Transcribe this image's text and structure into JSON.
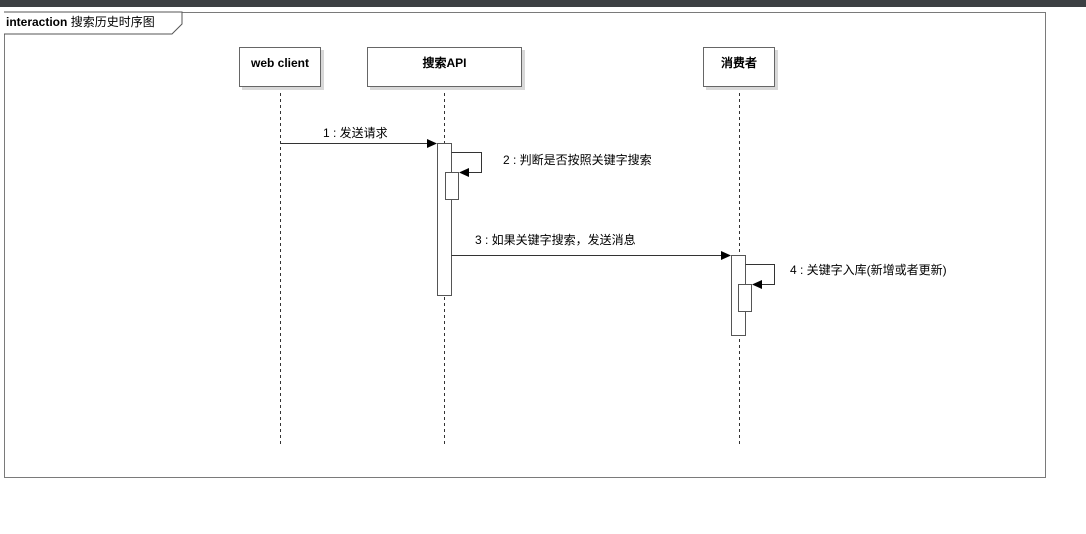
{
  "frame": {
    "kind": "interaction",
    "title": "搜索历史时序图"
  },
  "lifelines": [
    {
      "name": "web client"
    },
    {
      "name": "搜索API"
    },
    {
      "name": "消费者"
    }
  ],
  "messages": [
    {
      "number": "1",
      "label": "1 : 发送请求"
    },
    {
      "number": "2",
      "label": "2 : 判断是否按照关键字搜索"
    },
    {
      "number": "3",
      "label": "3 : 如果关键字搜索，发送消息"
    },
    {
      "number": "4",
      "label": "4 : 关键字入库(新增或者更新)"
    }
  ]
}
